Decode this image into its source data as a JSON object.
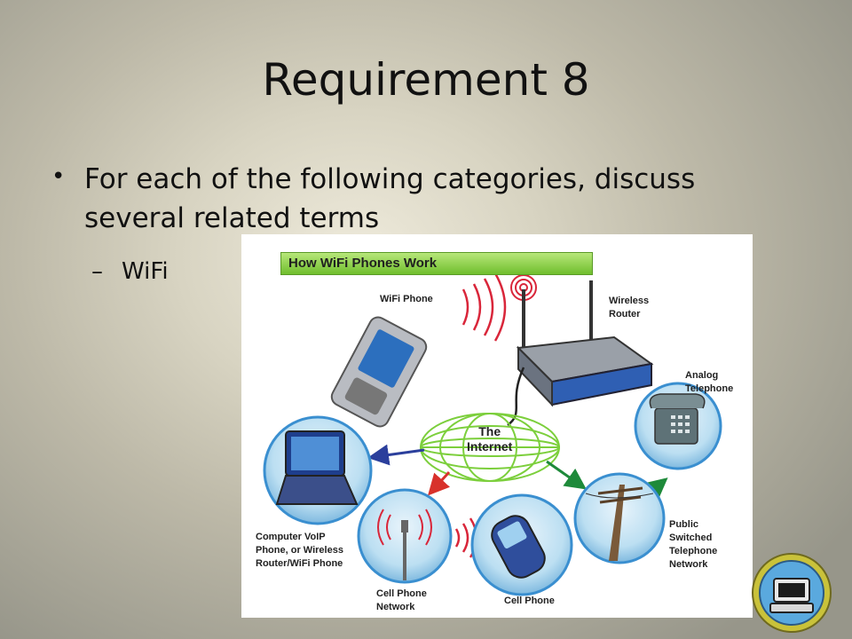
{
  "slide": {
    "title": "Requirement 8",
    "bullet": "For each of the following categories, discuss several related terms",
    "sub_bullet": "WiFi"
  },
  "figure": {
    "banner": "How WiFi Phones Work",
    "labels": {
      "wifi_phone": "WiFi Phone",
      "router": "Wireless\nRouter",
      "analog": "Analog\nTelephone",
      "internet": "The\nInternet",
      "computer": "Computer VoIP\nPhone, or Wireless\nRouter/WiFi Phone",
      "cell_network": "Cell Phone\nNetwork",
      "cell_phone": "Cell Phone",
      "pstn": "Public\nSwitched\nTelephone\nNetwork"
    }
  },
  "colors": {
    "banner_green": "#7cc63a",
    "globe_green": "#7ccf3c",
    "circle_blue": "#3a8fd0",
    "signal_red": "#d9263a",
    "arrow_blue": "#2b3f9c",
    "arrow_red": "#d8312b",
    "arrow_green": "#1e8a3a"
  },
  "icons": [
    "wifi-phone-icon",
    "router-icon",
    "telephone-icon",
    "laptop-icon",
    "cell-tower-icon",
    "cell-phone-icon",
    "utility-pole-icon",
    "globe-icon",
    "merit-badge-icon"
  ]
}
